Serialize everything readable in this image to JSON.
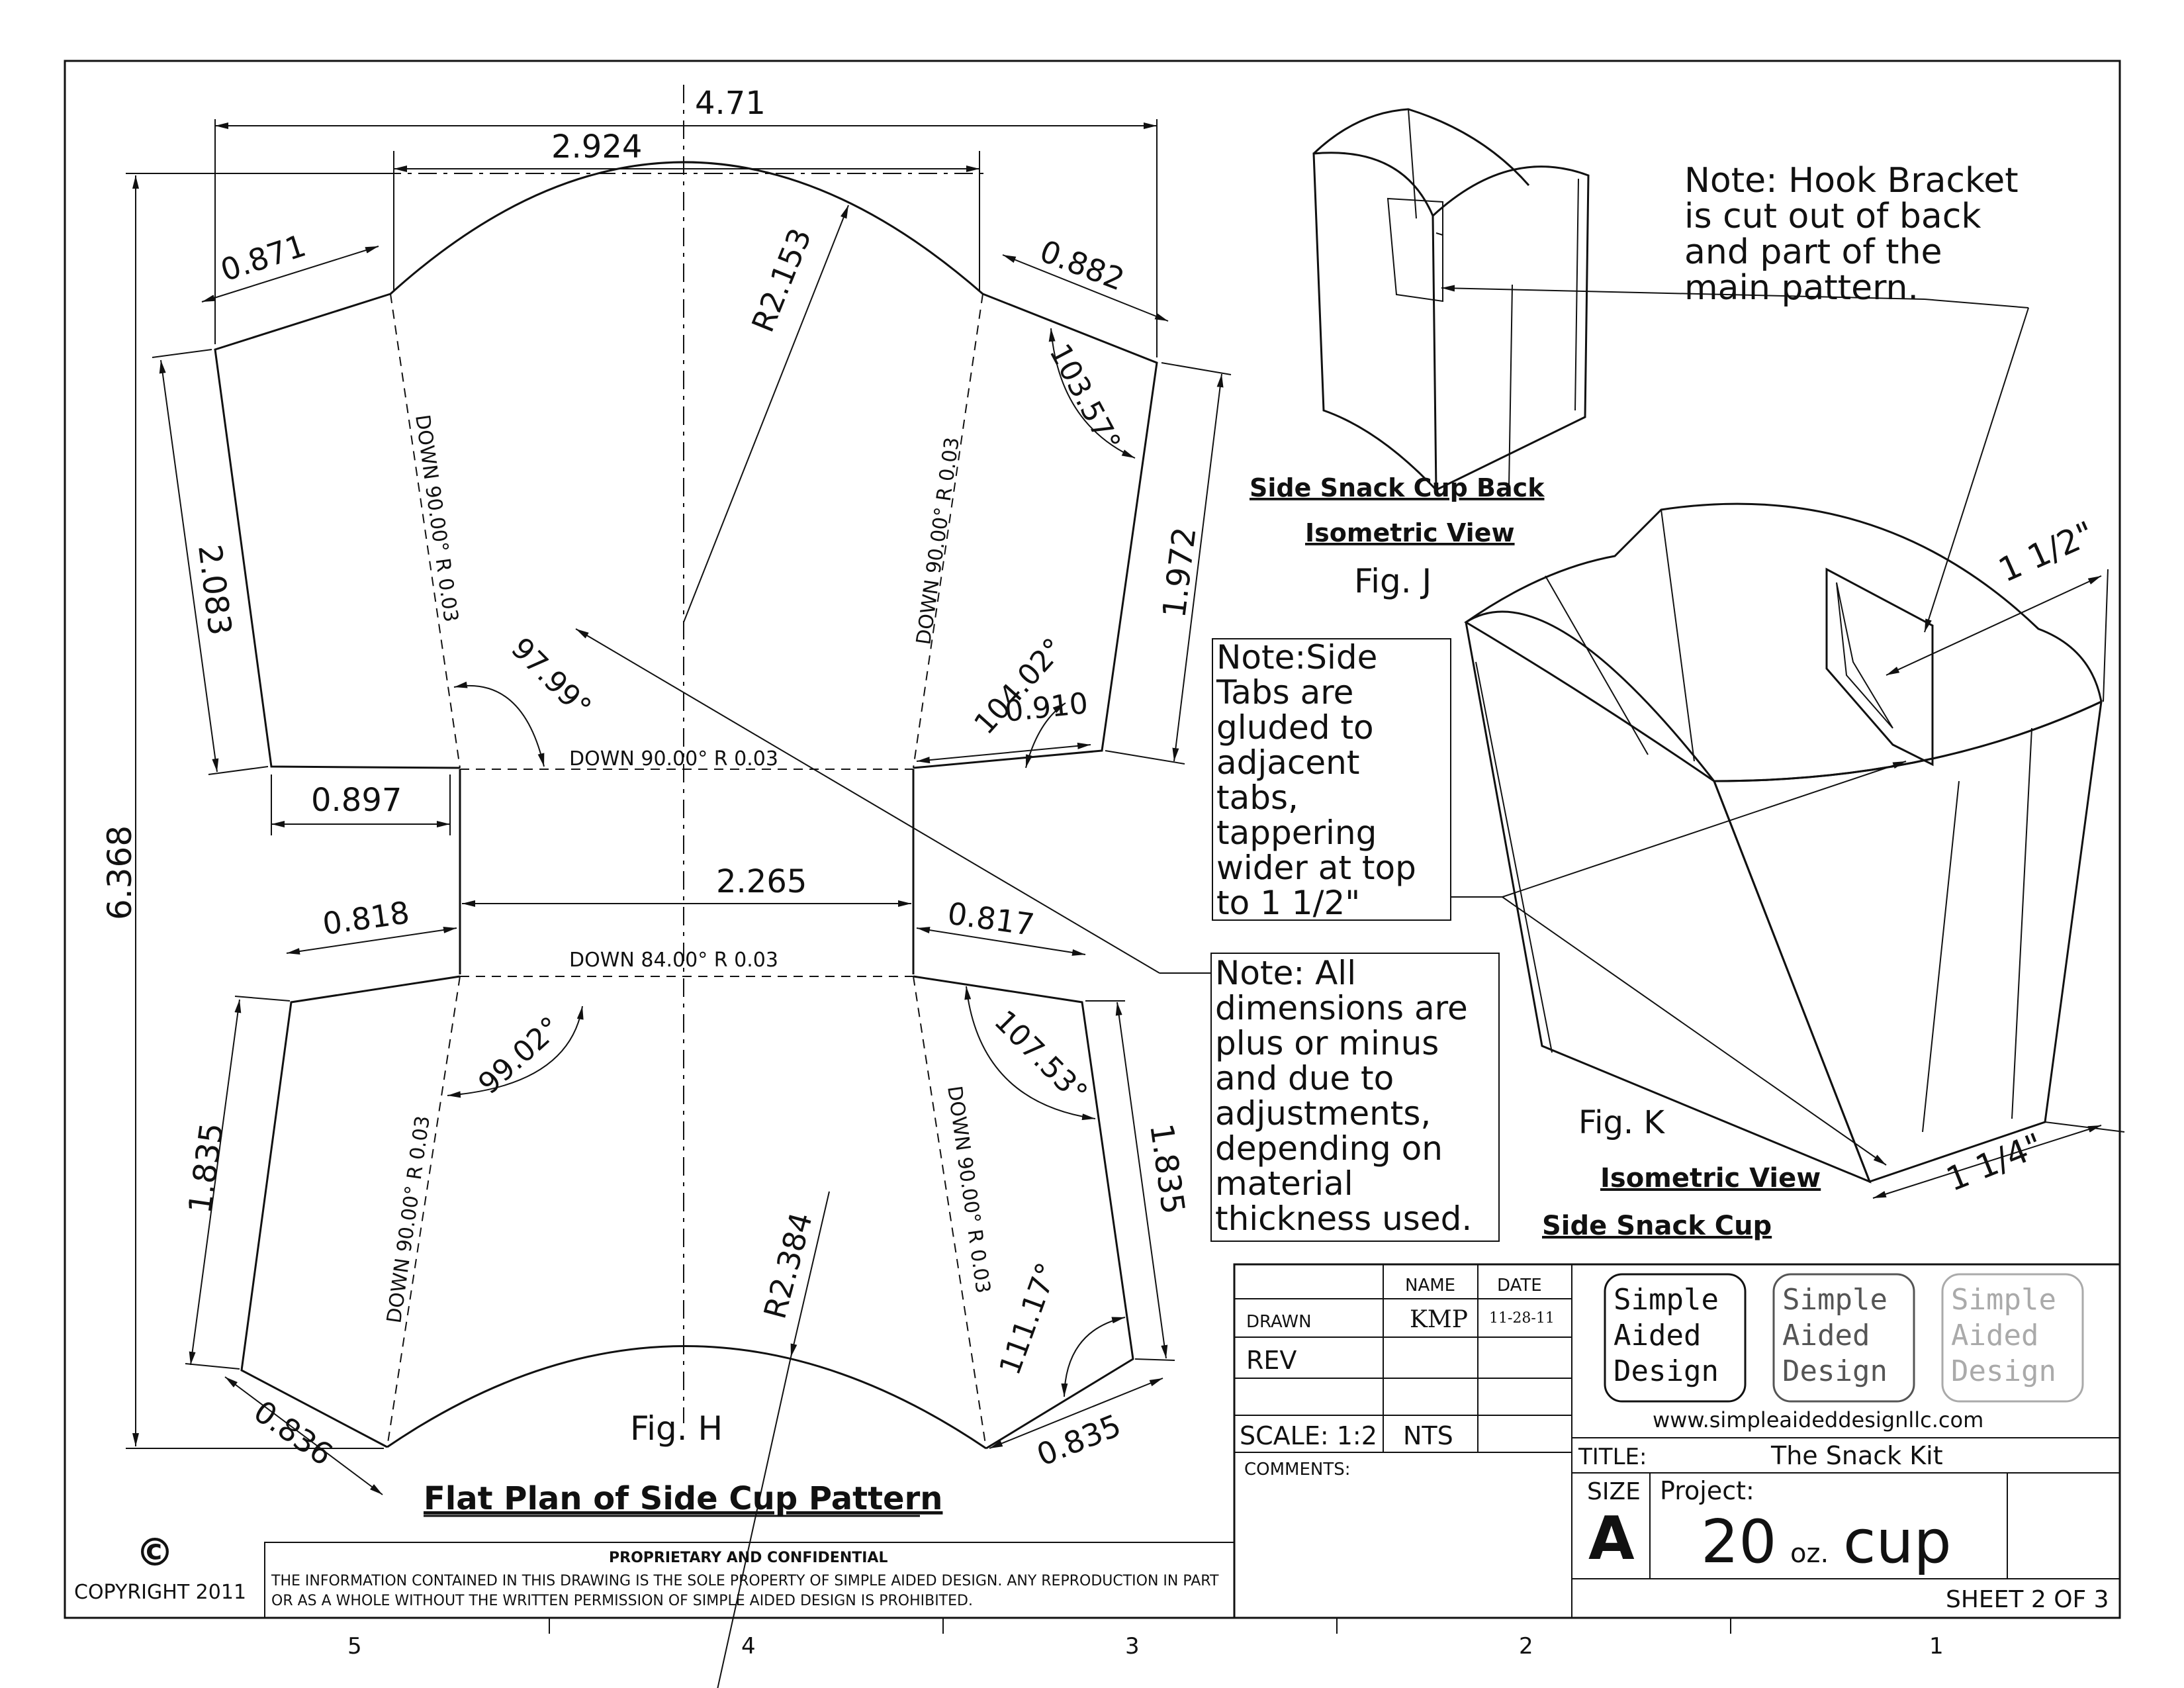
{
  "flat_plan": {
    "dims": {
      "d_4_71": "4.71",
      "d_2_924": "2.924",
      "d_0_871": "0.871",
      "d_r2_153": "R2.153",
      "d_0_882": "0.882",
      "d_103_57": "103.57°",
      "d_2_083": "2.083",
      "d_1_972": "1.972",
      "d_97_99": "97.99°",
      "d_104_02": "104.02°",
      "d_0_910": "0.910",
      "d_6_368": "6.368",
      "d_0_897": "0.897",
      "d_2_265": "2.265",
      "d_0_818": "0.818",
      "d_0_817": "0.817",
      "d_99_02": "99.02°",
      "d_107_53": "107.53°",
      "d_1_835_left": "1.835",
      "d_1_835_right": "1.835",
      "d_r2_384": "R2.384",
      "d_111_17": "111.17°",
      "d_0_836": "0.836",
      "d_0_835": "0.835"
    },
    "fold_notes": {
      "top_left": "DOWN 90.00° R 0.03",
      "top_right": "DOWN 90.00° R 0.03",
      "top_center": "DOWN 90.00° R 0.03",
      "bottom_center": "DOWN 84.00° R 0.03",
      "bottom_left": "DOWN 90.00° R 0.03",
      "bottom_right": "DOWN 90.00° R 0.03"
    },
    "fig_label": "Fig. H",
    "title": "Flat Plan of Side Cup Pattern"
  },
  "back_view": {
    "caption_1": "Side Snack Cup Back",
    "caption_2": "Isometric View",
    "fig_label": "Fig. J"
  },
  "iso_view": {
    "dim_top": "1 1/2\"",
    "dim_bottom": "1 1/4\"",
    "fig_label": "Fig. K",
    "caption_1": "Isometric View",
    "caption_2": "Side Snack Cup",
    "colors": {
      "stripe_red": "#a31922",
      "stripe_gray": "#8e8e8e"
    }
  },
  "notes": {
    "hook": [
      "Note: Hook Bracket",
      "is cut out of back",
      "and part of the",
      "main pattern."
    ],
    "tabs": [
      "Note:Side",
      "Tabs are",
      "gluded to",
      "adjacent",
      "tabs,",
      "tappering",
      "wider at top",
      "to 1 1/2\""
    ],
    "dims": [
      "Note: All",
      "dimensions are",
      "plus or minus",
      "and due to",
      "adjustments,",
      "depending on",
      "material",
      "thickness used."
    ]
  },
  "title_block": {
    "name_header": "NAME",
    "date_header": "DATE",
    "drawn_label": "DRAWN",
    "drawn_name": "KMP",
    "drawn_date": "11-28-11",
    "rev_label": "REV",
    "scale_label": "SCALE: 1:2",
    "scale_value": "NTS",
    "comments_label": "COMMENTS:",
    "logo_lines": [
      "Simple",
      "Aided",
      "Design"
    ],
    "website": "www.simpleaideddesignllc.com",
    "title_label": "TITLE:",
    "title_value": "The Snack Kit",
    "size_label": "SIZE",
    "size_value": "A",
    "project_label": "Project:",
    "project_number": "20",
    "project_unit": "oz.",
    "project_name": "cup",
    "sheet": "SHEET 2 OF 3"
  },
  "footer": {
    "copyright_symbol": "©",
    "copyright": "COPYRIGHT 2011",
    "proprietary_title": "PROPRIETARY AND CONFIDENTIAL",
    "proprietary_line1": "THE INFORMATION CONTAINED IN THIS DRAWING IS THE SOLE PROPERTY OF SIMPLE AIDED DESIGN.  ANY REPRODUCTION IN PART",
    "proprietary_line2": "OR AS A WHOLE WITHOUT THE WRITTEN PERMISSION OF SIMPLE AIDED DESIGN IS PROHIBITED."
  },
  "zones": [
    "5",
    "4",
    "3",
    "2",
    "1"
  ]
}
